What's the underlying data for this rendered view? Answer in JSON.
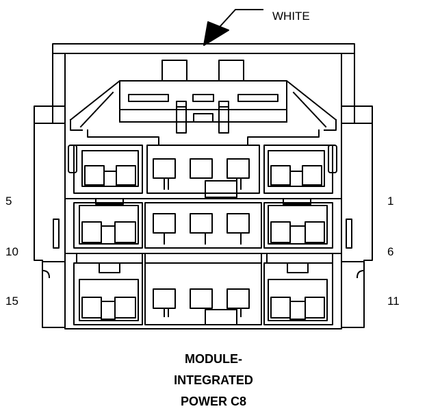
{
  "color_label": "WHITE",
  "pins": {
    "left": [
      "5",
      "10",
      "15"
    ],
    "right": [
      "1",
      "6",
      "11"
    ]
  },
  "title_lines": [
    "MODULE-",
    "INTEGRATED",
    "POWER C8"
  ]
}
